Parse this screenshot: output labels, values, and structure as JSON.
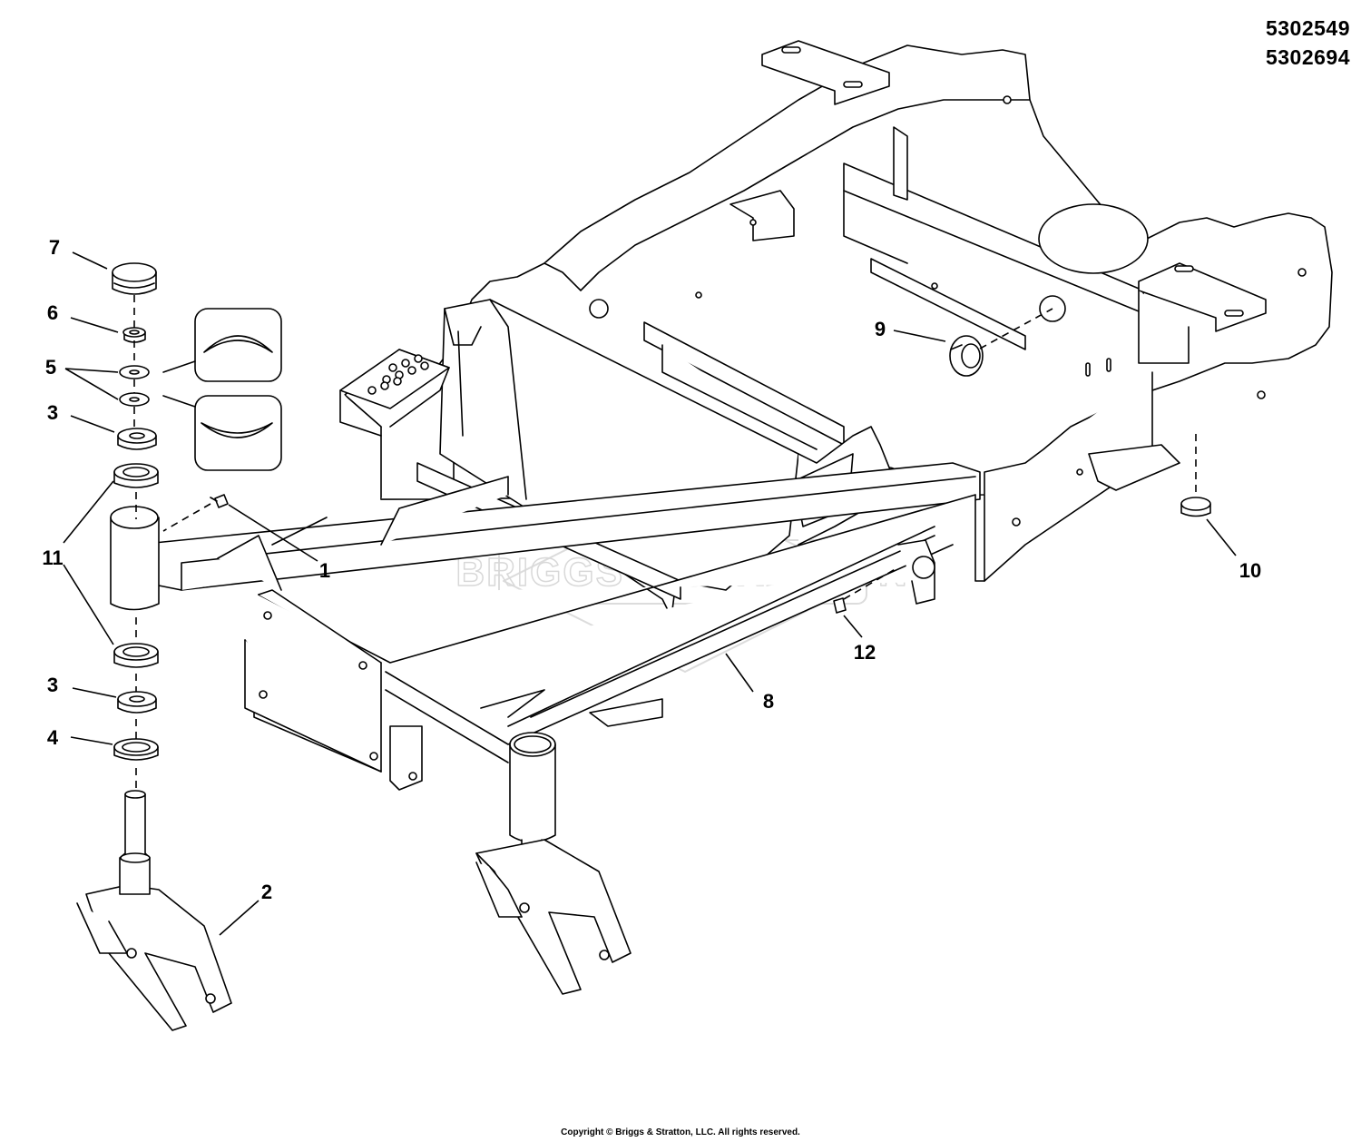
{
  "document_numbers": [
    "5302549",
    "5302694"
  ],
  "copyright": "Copyright © Briggs & Stratton, LLC. All rights reserved.",
  "watermark": "BRIGGS & STRATTON",
  "callouts": [
    {
      "id": "c7",
      "label": "7"
    },
    {
      "id": "c6",
      "label": "6"
    },
    {
      "id": "c5",
      "label": "5"
    },
    {
      "id": "c3a",
      "label": "3"
    },
    {
      "id": "c11",
      "label": "11"
    },
    {
      "id": "c3b",
      "label": "3"
    },
    {
      "id": "c4",
      "label": "4"
    },
    {
      "id": "c2",
      "label": "2"
    },
    {
      "id": "c1",
      "label": "1"
    },
    {
      "id": "c8",
      "label": "8"
    },
    {
      "id": "c9",
      "label": "9"
    },
    {
      "id": "c10",
      "label": "10"
    },
    {
      "id": "c12",
      "label": "12"
    }
  ]
}
